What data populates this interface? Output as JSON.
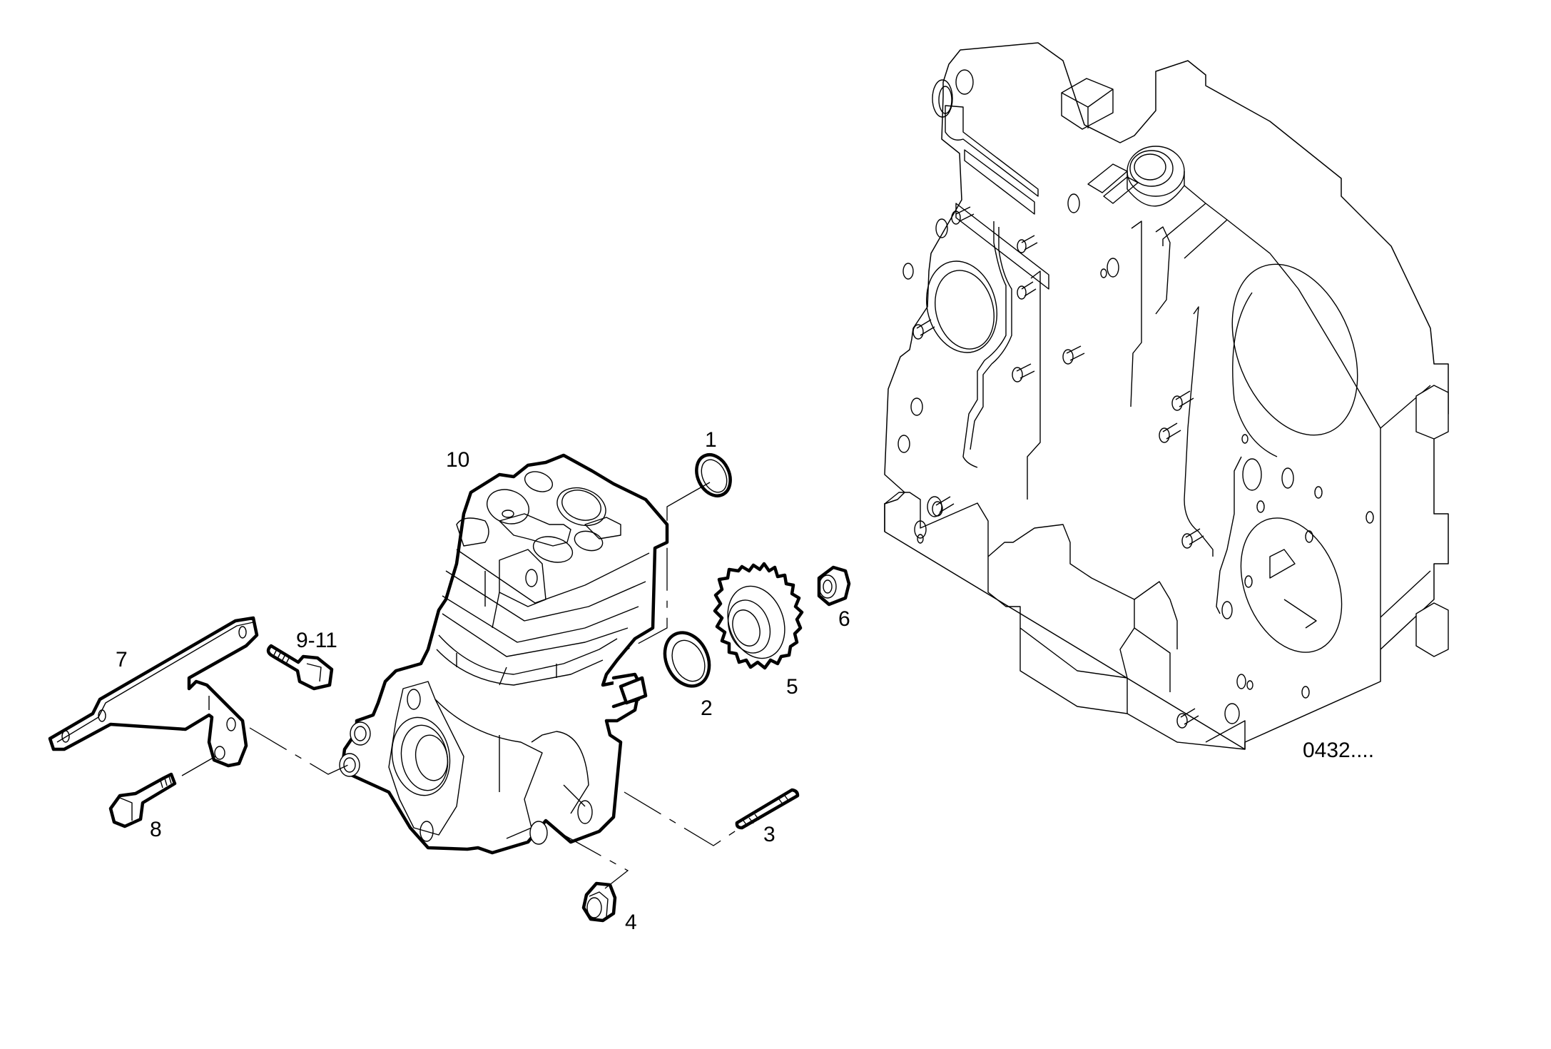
{
  "diagram": {
    "type": "exploded-parts-view",
    "subject": "air compressor assembly and timing gear housing",
    "reference_code": "0432....",
    "callouts": [
      {
        "id": "1",
        "label": "1",
        "part": "o-ring (upper)"
      },
      {
        "id": "2",
        "label": "2",
        "part": "o-ring (lower)"
      },
      {
        "id": "3",
        "label": "3",
        "part": "stud"
      },
      {
        "id": "4",
        "label": "4",
        "part": "flange nut"
      },
      {
        "id": "5",
        "label": "5",
        "part": "drive gear"
      },
      {
        "id": "6",
        "label": "6",
        "part": "gear nut"
      },
      {
        "id": "7",
        "label": "7",
        "part": "support bracket"
      },
      {
        "id": "8",
        "label": "8",
        "part": "flange bolt"
      },
      {
        "id": "9-11",
        "label": "9-11",
        "part": "flange bolt"
      },
      {
        "id": "10",
        "label": "10",
        "part": "air compressor"
      }
    ]
  },
  "colors": {
    "line": "#000000",
    "background": "#ffffff"
  }
}
